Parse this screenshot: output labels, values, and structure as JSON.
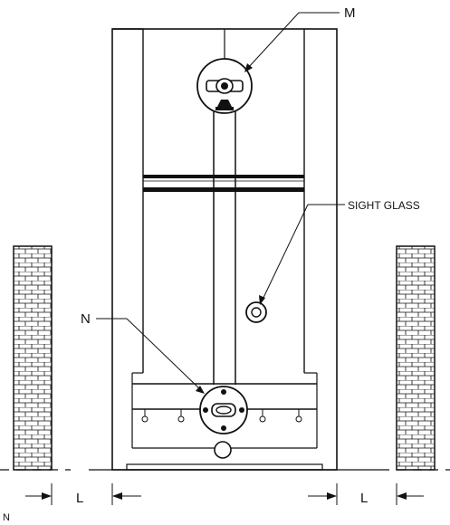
{
  "labels": {
    "valve_top": "M",
    "valve_bottom": "N",
    "sight_glass": "SIGHT GLASS",
    "clearance_left": "L",
    "clearance_right": "L",
    "edge_fragment": "N"
  },
  "colors": {
    "line": "#111111",
    "background": "#ffffff",
    "brick": "#ffffff"
  },
  "icons": {
    "top_valve": "gate-valve-icon",
    "bottom_valve": "flanged-valve-icon",
    "sight_glass": "sight-glass-icon"
  }
}
